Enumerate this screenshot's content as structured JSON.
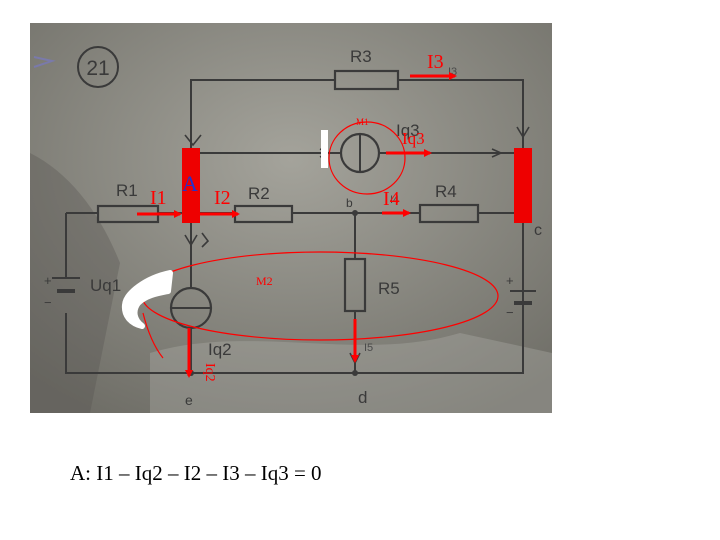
{
  "photo": {
    "problem_number": "21",
    "components": {
      "r1": "R1",
      "r2": "R2",
      "r3": "R3",
      "r4": "R4",
      "r5": "R5",
      "uq1": "Uq1",
      "iq2": "Iq2",
      "iq3": "Iq3"
    },
    "nodes": {
      "b": "b",
      "c": "c",
      "d": "d",
      "e": "e"
    },
    "handwritten_currents": {
      "i4": "I4",
      "i5": "I5",
      "i3": "I3"
    }
  },
  "annotations": {
    "node_a": "A",
    "currents": {
      "i1": "I1",
      "i2": "I2",
      "i3": "I3",
      "i4": "I4",
      "iq3": "Iq3",
      "iq2": "Iq2"
    },
    "meshes": {
      "m1": "M1",
      "m2": "M2"
    },
    "plus": "+",
    "minus": "−"
  },
  "equation": "A: I1 – Iq2 – I2 – I3 – Iq3 = 0",
  "colors": {
    "paper": "#8d8c84",
    "pencil": "#3a3a3a",
    "annotation": "#ff0000",
    "node_marker": "#ee0000",
    "node_label": "#2233cc",
    "white_mark": "#ffffff"
  }
}
